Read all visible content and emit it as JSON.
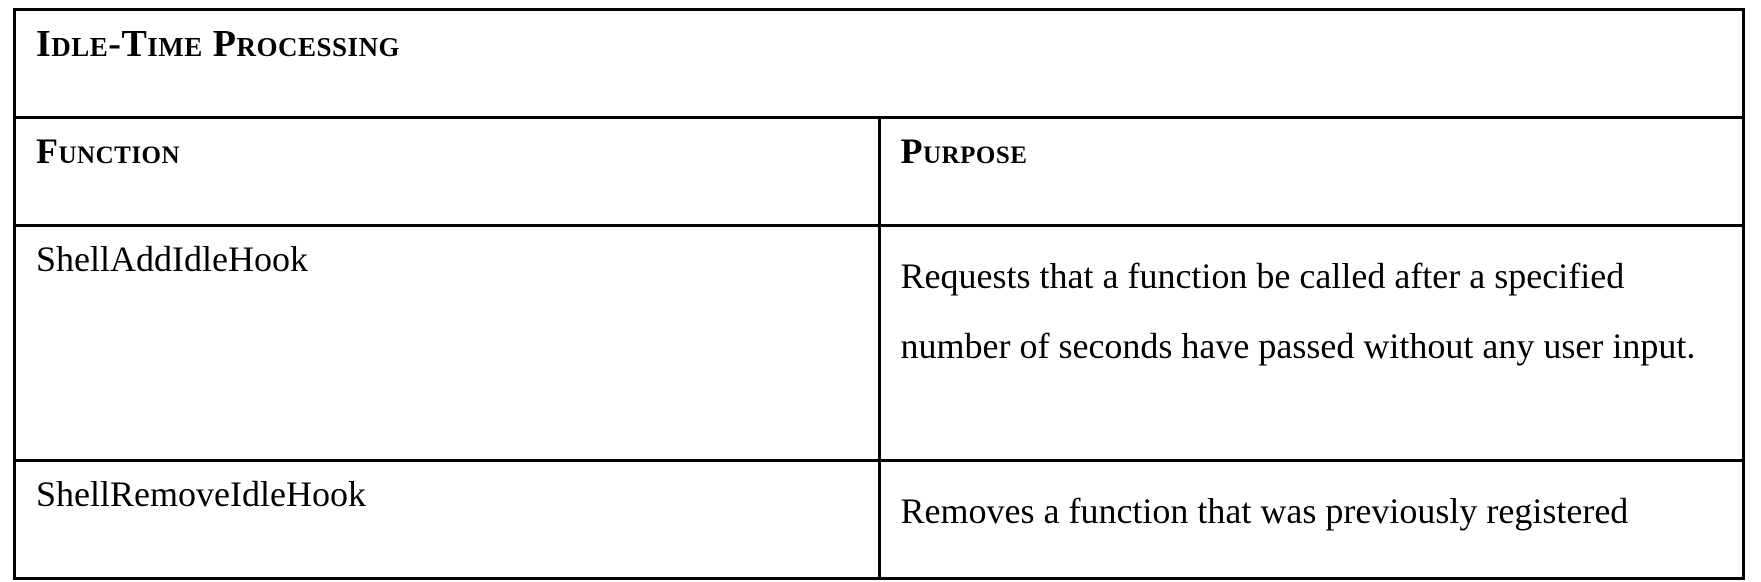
{
  "document": {
    "title": "Idle-Time Processing",
    "table": {
      "columns": [
        {
          "key": "function",
          "header": "Function"
        },
        {
          "key": "purpose",
          "header": "Purpose"
        }
      ],
      "rows": [
        {
          "function": "ShellAddIdleHook",
          "purpose_lines": [
            "Requests that a function be called after a specified",
            "number of seconds have passed without any user input."
          ]
        },
        {
          "function": "ShellRemoveIdleHook",
          "purpose_lines": [
            "Removes a function that was previously registered"
          ]
        }
      ]
    }
  },
  "colors": {
    "ink": "#000000",
    "paper": "#ffffff"
  }
}
